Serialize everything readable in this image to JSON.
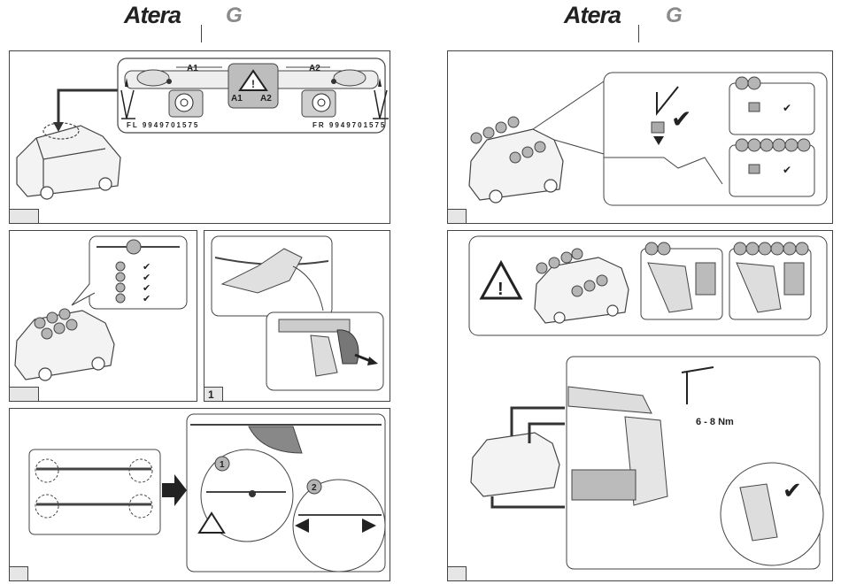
{
  "brand": {
    "name": "Atera",
    "model_letter": "G"
  },
  "panels": {
    "p1": {
      "a1": "A1",
      "a2": "A2",
      "fl_code": "FL  9949701575",
      "fr_code": "FR  9949701575",
      "warn_a1": "A1",
      "warn_a2": "A2"
    },
    "p_left3": {
      "step_number": "1"
    },
    "p_right2": {
      "torque": "6 - 8 Nm"
    }
  },
  "colors": {
    "line": "#444444",
    "circle_fill": "#b5b5b5",
    "panel_grey": "#e6e6e6",
    "arrow": "#333333"
  }
}
